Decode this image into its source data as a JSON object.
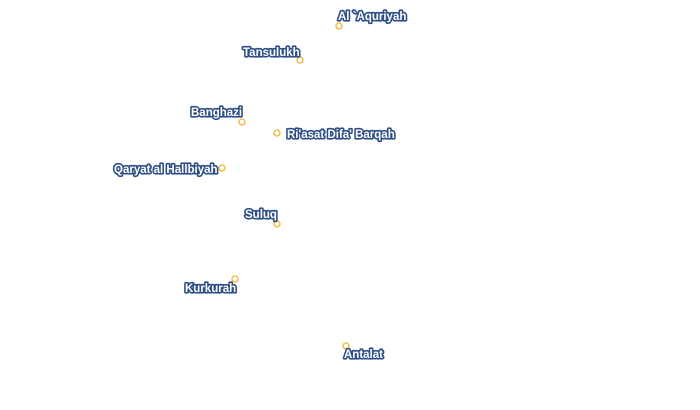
{
  "map": {
    "marker_color": "#f2b430",
    "label_fill_color": "#ffffff",
    "label_halo_color": "#2f4f86",
    "places": [
      {
        "id": "al-aquriyah",
        "name": "Al `Aquriyah"
      },
      {
        "id": "tansulukh",
        "name": "Tansulukh"
      },
      {
        "id": "banghazi",
        "name": "Banghazi"
      },
      {
        "id": "riasat-difa-barqah",
        "name": "Ri'asat Difa' Barqah"
      },
      {
        "id": "qaryat-al-hallbiyah",
        "name": "Qaryat al Hallbiyah"
      },
      {
        "id": "suluq",
        "name": "Suluq"
      },
      {
        "id": "kurkurah",
        "name": "Kurkurah"
      },
      {
        "id": "antalat",
        "name": "Antalat"
      }
    ]
  }
}
